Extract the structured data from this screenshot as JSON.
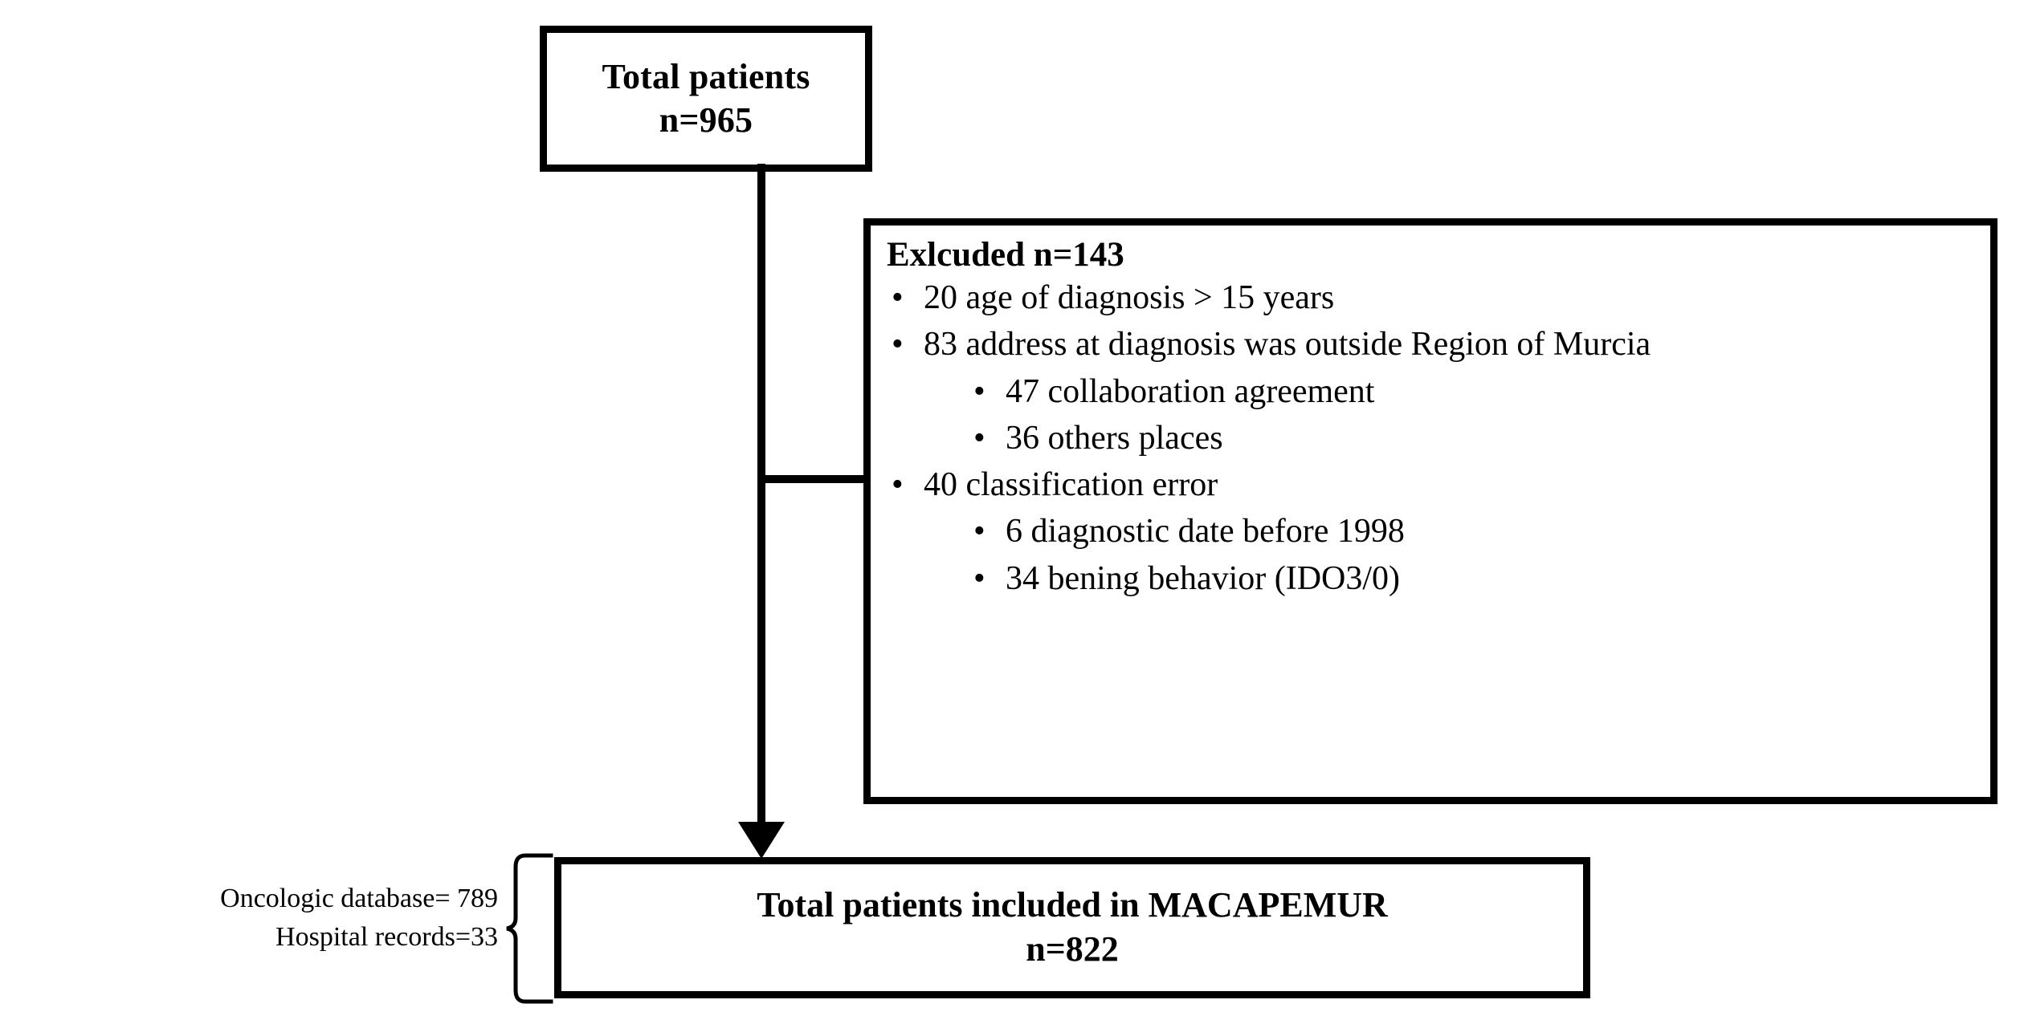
{
  "diagram": {
    "type": "patient-flow-chart",
    "total_box": {
      "title": "Total patients",
      "count": "n=965"
    },
    "excluded_box": {
      "title": "Exlcuded n=143",
      "items": [
        {
          "text": "20 age of diagnosis > 15 years",
          "children": []
        },
        {
          "text": "83 address at diagnosis was outside Region of Murcia",
          "children": [
            "47 collaboration agreement",
            "36 others places"
          ]
        },
        {
          "text": "40 classification error",
          "children": [
            "6 diagnostic date before 1998",
            "34 bening behavior (IDO3/0)"
          ]
        }
      ]
    },
    "included_box": {
      "title": "Total patients included in MACAPEMUR",
      "count": "n=822"
    },
    "source_annotation": {
      "line1": "Oncologic database= 789",
      "line2": "Hospital records=33"
    },
    "bullet_glyph": "•",
    "colors": {
      "stroke": "#000000",
      "background": "#ffffff",
      "text": "#000000"
    }
  }
}
